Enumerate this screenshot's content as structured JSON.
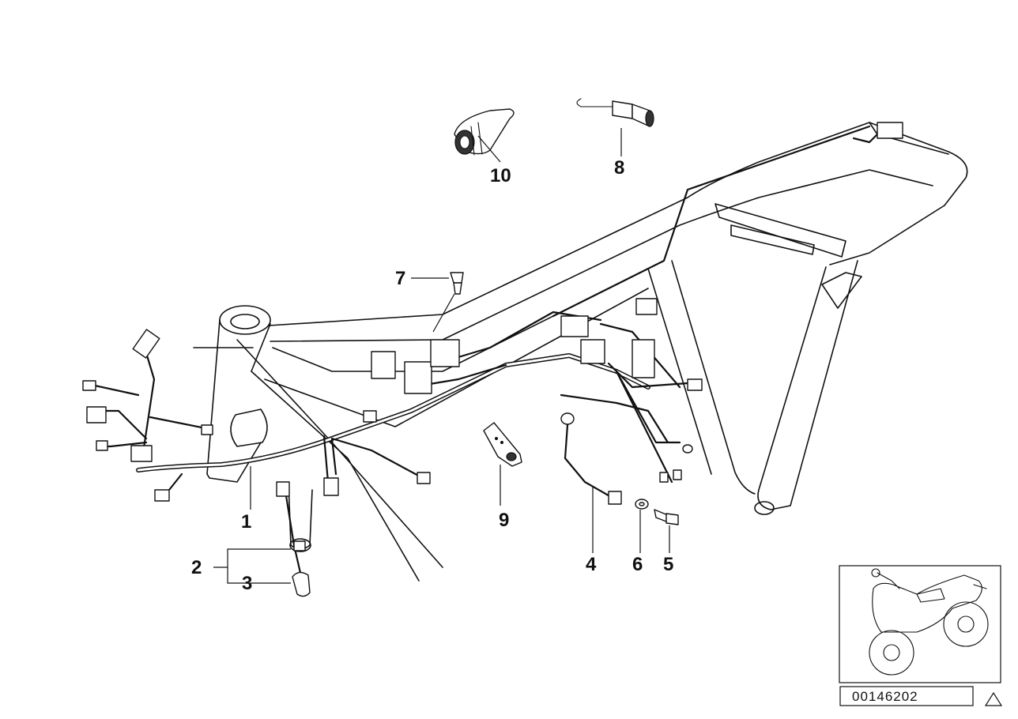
{
  "callouts": {
    "c1": "1",
    "c2": "2",
    "c3": "3",
    "c4": "4",
    "c5": "5",
    "c6": "6",
    "c7": "7",
    "c8": "8",
    "c9": "9",
    "c10": "10"
  },
  "diagram_code": "00146202",
  "icons": {
    "thumbnail": "motorcycle-icon",
    "corner": "triangle-icon"
  }
}
